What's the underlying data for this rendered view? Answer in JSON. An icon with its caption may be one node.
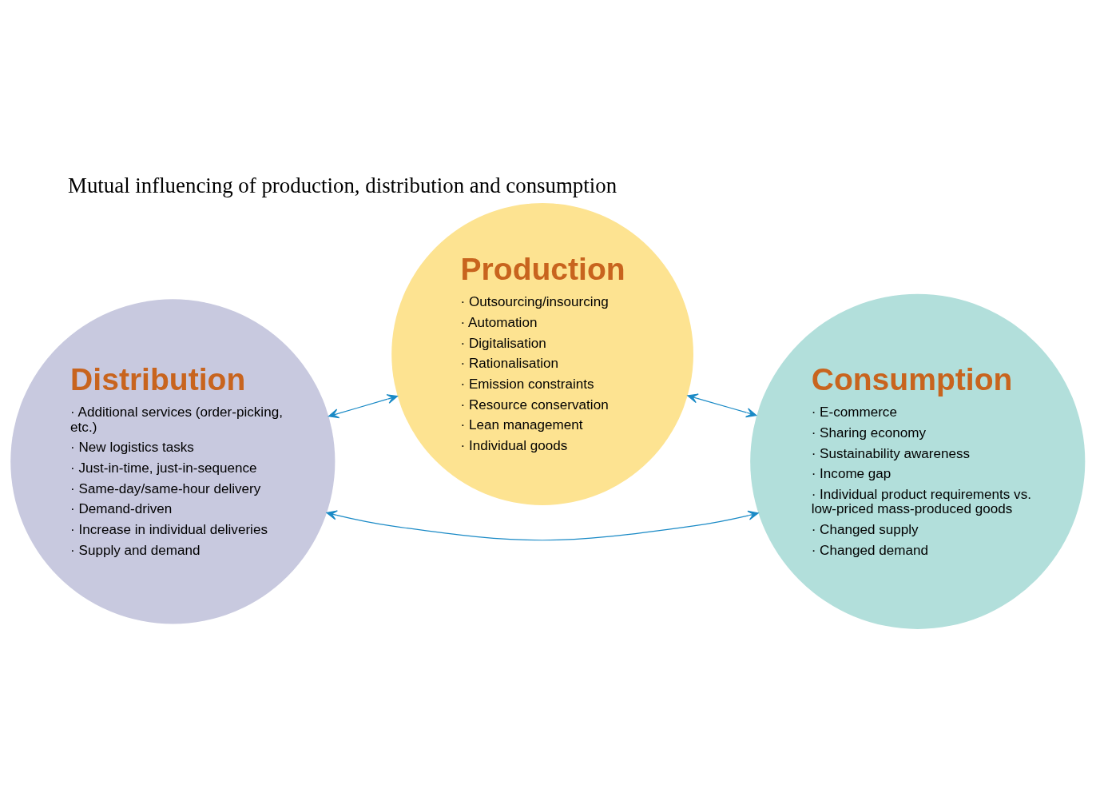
{
  "diagram": {
    "title": "Mutual influencing of production, distribution and consumption",
    "nodes": [
      {
        "text": [
          "Production",
          "· Outsourcing/insourcing",
          "· Automation",
          "· Digitalisation",
          "· Rationalisation",
          "· Emission constraints",
          "· Resource conservation",
          "· Lean management",
          "· Individual goods"
        ]
      },
      {
        "text": [
          "Distribution",
          "· Additional services (order-picking, etc.)",
          "· New logistics tasks",
          "· Just-in-time, just-in-sequence",
          "· Same-day/same-hour delivery",
          "· Demand-driven",
          "· Increase in individual deliveries",
          "· Supply and demand"
        ]
      },
      {
        "text": [
          "Consumption",
          "· E-commerce",
          "· Sharing economy",
          "· Sustainability awareness",
          "· Income gap",
          "· Individual product requirements vs. low-priced mass-produced goods",
          "· Changed supply",
          "· Changed demand"
        ]
      }
    ],
    "edges": [
      {
        "from": 1,
        "to": 0,
        "arrow": "both"
      },
      {
        "from": 1,
        "to": 2,
        "arrow": "both"
      },
      {
        "from": 0,
        "to": 2,
        "arrow": "both"
      }
    ]
  }
}
